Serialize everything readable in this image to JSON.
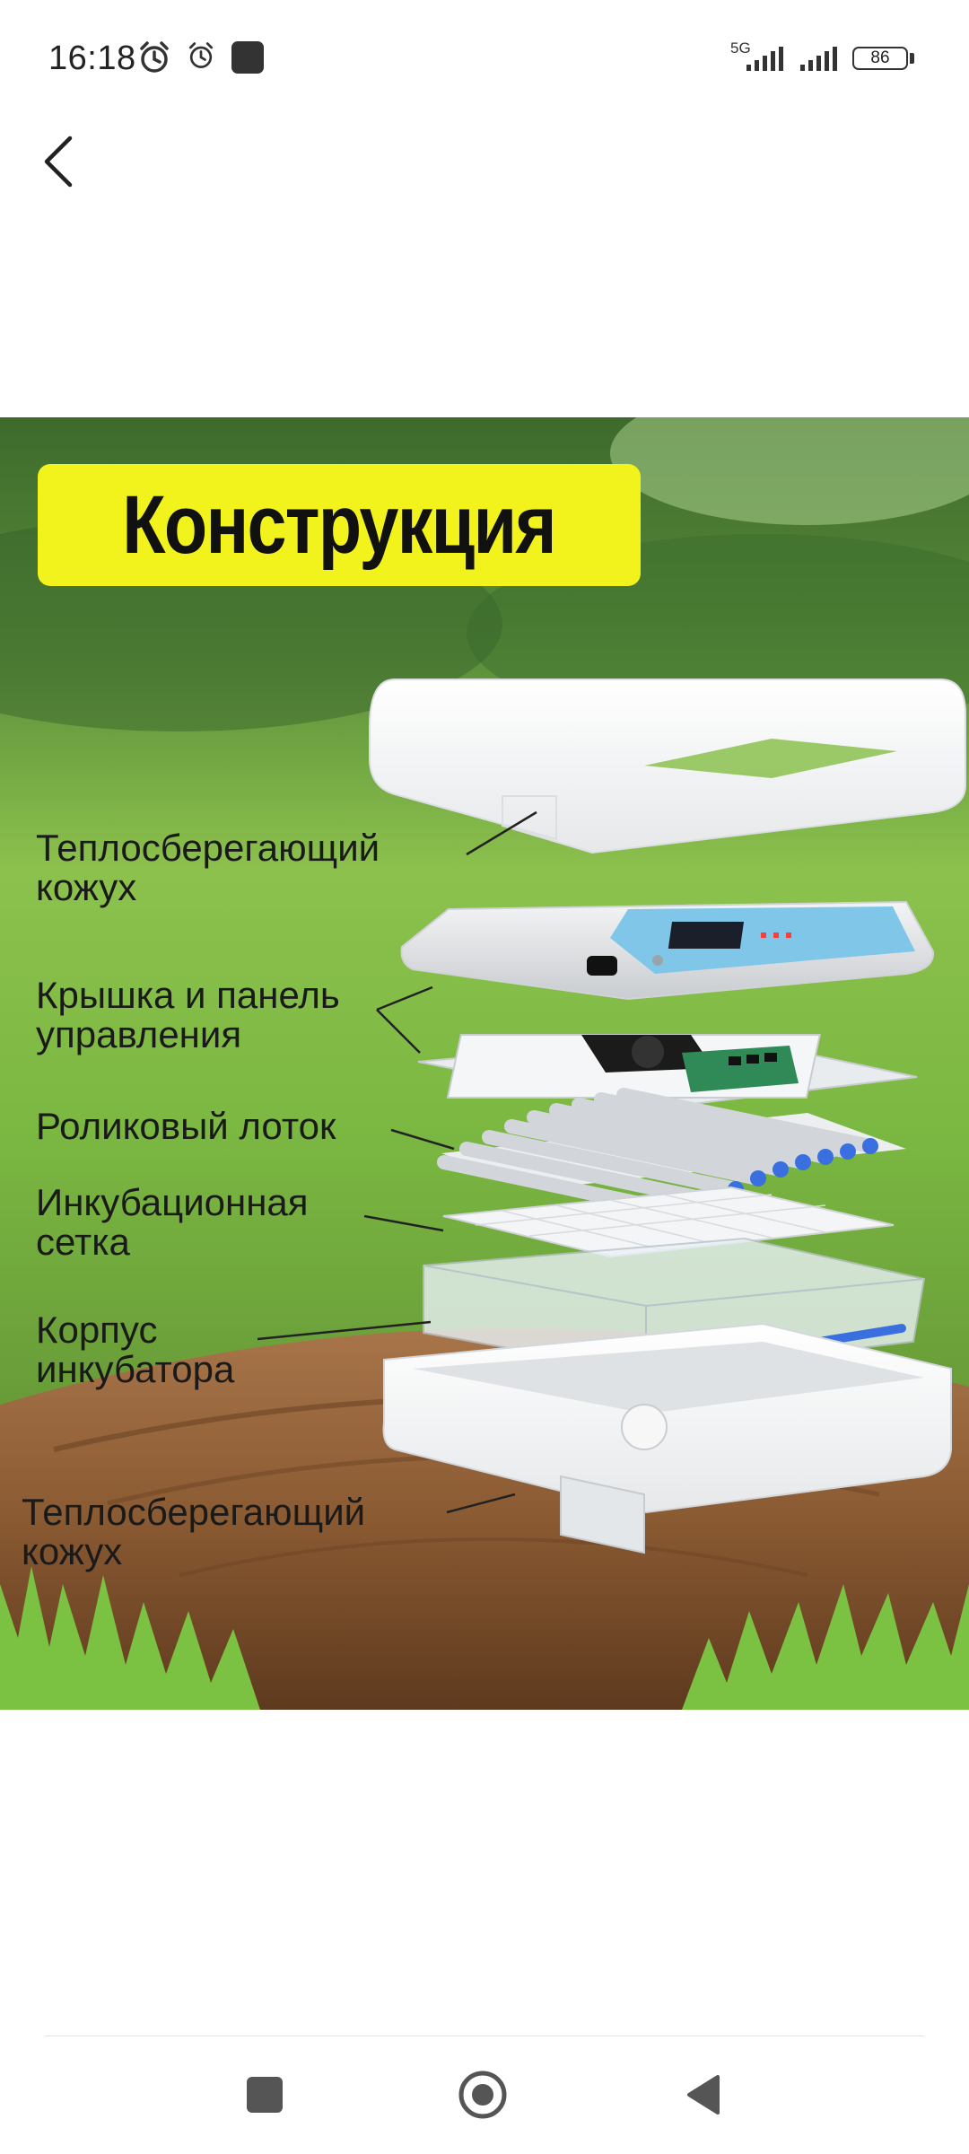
{
  "status_bar": {
    "time": "16:18",
    "network": "5G",
    "battery": "86",
    "icons": [
      "alarm-icon",
      "alarm-icon",
      "app-notification-icon",
      "signal-icon",
      "signal-icon",
      "battery-icon"
    ]
  },
  "header": {
    "back_icon": "chevron-left-icon"
  },
  "product_image": {
    "title": "Конструкция",
    "labels": [
      "Теплосберегающий\nкожух",
      "Крышка и панель\nуправления",
      "Роликовый лоток",
      "Инкубационная\nсетка",
      "Корпус\nинкубатора",
      "Теплосберегающий\nкожух"
    ],
    "colors": {
      "title_bg": "#f2f21c",
      "grass": "#6fae3a",
      "wood": "#8a5a32",
      "roller_end": "#3a6fe0"
    }
  },
  "nav_bar": {
    "icons": [
      "recent-apps-icon",
      "home-icon",
      "back-triangle-icon"
    ]
  }
}
